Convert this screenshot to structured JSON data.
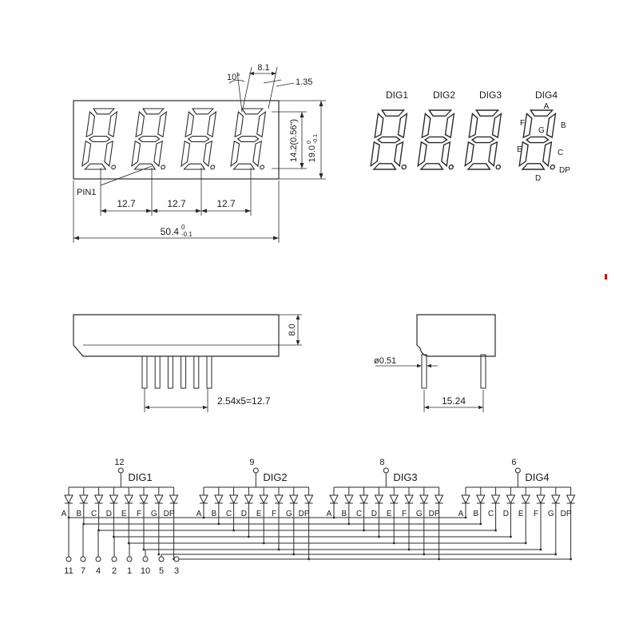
{
  "front_view": {
    "digit_pitch_labels": [
      "12.7",
      "12.7",
      "12.7"
    ],
    "total_width": "50.4",
    "total_width_tol_plus": "0",
    "total_width_tol_minus": "-0.1",
    "digit_height": "14.2(0.56\")",
    "total_height": "19.0",
    "total_height_tol_plus": "0",
    "total_height_tol_minus": "-0.1",
    "segment_width": "8.1",
    "slant_angle": "10°",
    "dp_offset": "1.35",
    "pin1_label": "PIN1"
  },
  "segment_key": {
    "digit_labels": [
      "DIG1",
      "DIG2",
      "DIG3",
      "DIG4"
    ],
    "segments": {
      "a": "A",
      "b": "B",
      "c": "C",
      "d": "D",
      "e": "E",
      "f": "F",
      "g": "G",
      "dp": "DP"
    }
  },
  "side_view": {
    "thickness": "8.0",
    "pin_pitch": "2.54x5=12.7",
    "pin_diameter": "ø0.51",
    "row_spacing": "15.24"
  },
  "schematic": {
    "digits": [
      {
        "name": "DIG1",
        "pin": "12"
      },
      {
        "name": "DIG2",
        "pin": "9"
      },
      {
        "name": "DIG3",
        "pin": "8"
      },
      {
        "name": "DIG4",
        "pin": "6"
      }
    ],
    "segment_labels": [
      "A",
      "B",
      "C",
      "D",
      "E",
      "F",
      "G",
      "DP"
    ],
    "segment_pins": [
      "11",
      "7",
      "4",
      "2",
      "1",
      "10",
      "5",
      "3"
    ]
  },
  "colors": {
    "ink": "#2a2a2a",
    "marker": "#d01010"
  }
}
